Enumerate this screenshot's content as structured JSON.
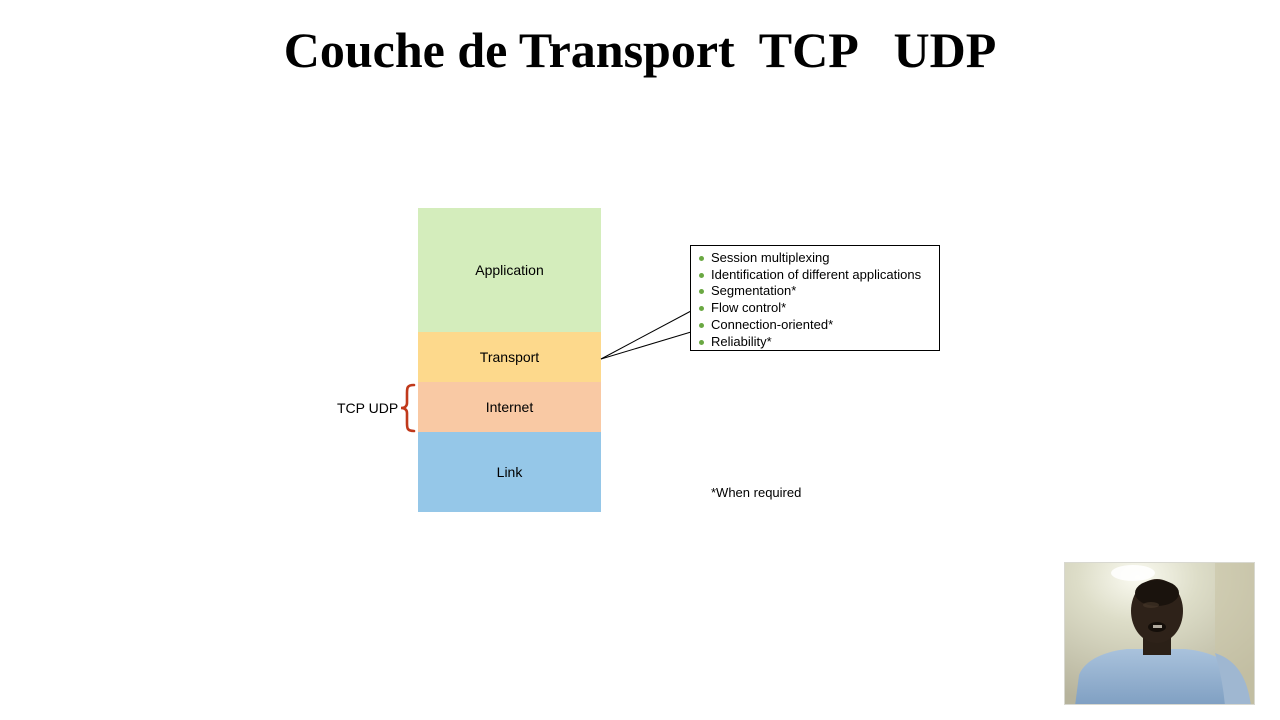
{
  "slide": {
    "title": "Couche de Transport  TCP   UDP"
  },
  "stack": {
    "layers": [
      {
        "label": "Application",
        "color": "#d4edbc"
      },
      {
        "label": "Transport",
        "color": "#fdd98c"
      },
      {
        "label": "Internet",
        "color": "#f9c9a4"
      },
      {
        "label": "Link",
        "color": "#95c7e8"
      }
    ],
    "side_label": "TCP UDP",
    "brace_color": "#c0391b"
  },
  "callout": {
    "bullet_color": "#6aa842",
    "items": [
      "Session multiplexing",
      "Identification of different applications",
      "Segmentation*",
      "Flow control*",
      "Connection-oriented*",
      "Reliability*"
    ]
  },
  "footnote": "*When required"
}
